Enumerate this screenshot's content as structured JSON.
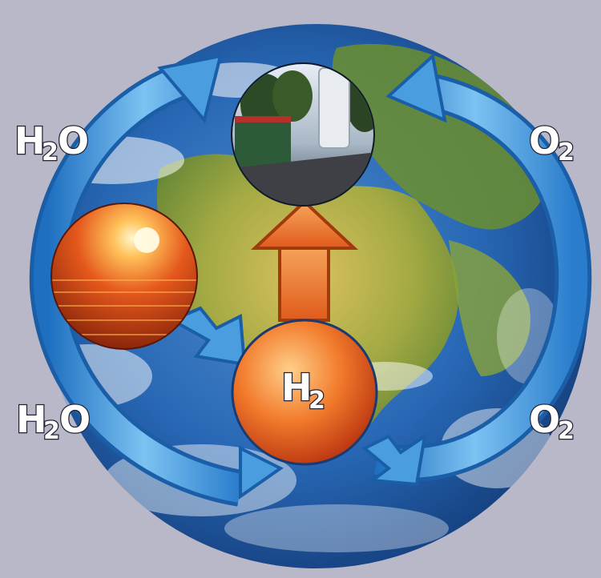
{
  "diagram": {
    "labels": {
      "h2o_top": {
        "main": "H",
        "sub": "2",
        "tail": "O"
      },
      "h2o_bottom": {
        "main": "H",
        "sub": "2",
        "tail": "O"
      },
      "o2_top": {
        "main": "O",
        "sub": "2",
        "tail": ""
      },
      "o2_bottom": {
        "main": "O",
        "sub": "2",
        "tail": ""
      },
      "h2_center": {
        "main": "H",
        "sub": "2",
        "tail": ""
      }
    },
    "nodes": [
      {
        "name": "power-plant-photo",
        "depicts": "hydrogen power facility"
      },
      {
        "name": "sunset-sea-photo",
        "depicts": "sun over the sea"
      },
      {
        "name": "hydrogen-sphere",
        "depicts": "hydrogen"
      }
    ],
    "colors": {
      "background": "#b9b8c8",
      "cycle_arrow": "#3c8fd6",
      "cycle_arrow_light": "#cfe9fb",
      "h2_arrow": "#f08a3a",
      "h2_sphere": "#e0561f",
      "ocean": "#1f5fa8",
      "land": "#9aa83a"
    }
  }
}
